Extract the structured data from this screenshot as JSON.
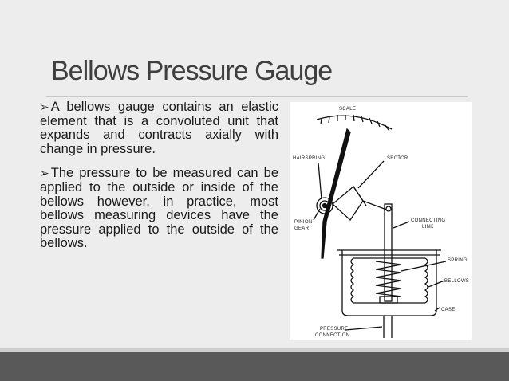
{
  "slide": {
    "title": "Bellows Pressure Gauge",
    "bullets": [
      "A bellows gauge contains an elastic element that is a convoluted unit that expands and contracts axially with change in pressure.",
      "The pressure to be measured can be applied to the outside or inside of the bellows however, in practice, most bellows measuring devices have the pressure applied to the outside of the bellows."
    ],
    "bullet_symbol": "➢"
  },
  "figure": {
    "labels": {
      "scale": "SCALE",
      "hairspring": "HAIRSPRING",
      "sector": "SECTOR",
      "pinion_gear_line1": "PINION",
      "pinion_gear_line2": "GEAR",
      "connecting_link_line1": "CONNECTING",
      "connecting_link_line2": "LINK",
      "spring": "SPRING",
      "bellows": "BELLOWS",
      "case": "CASE",
      "pressure_connection_line1": "PRESSURE",
      "pressure_connection_line2": "CONNECTION"
    }
  }
}
